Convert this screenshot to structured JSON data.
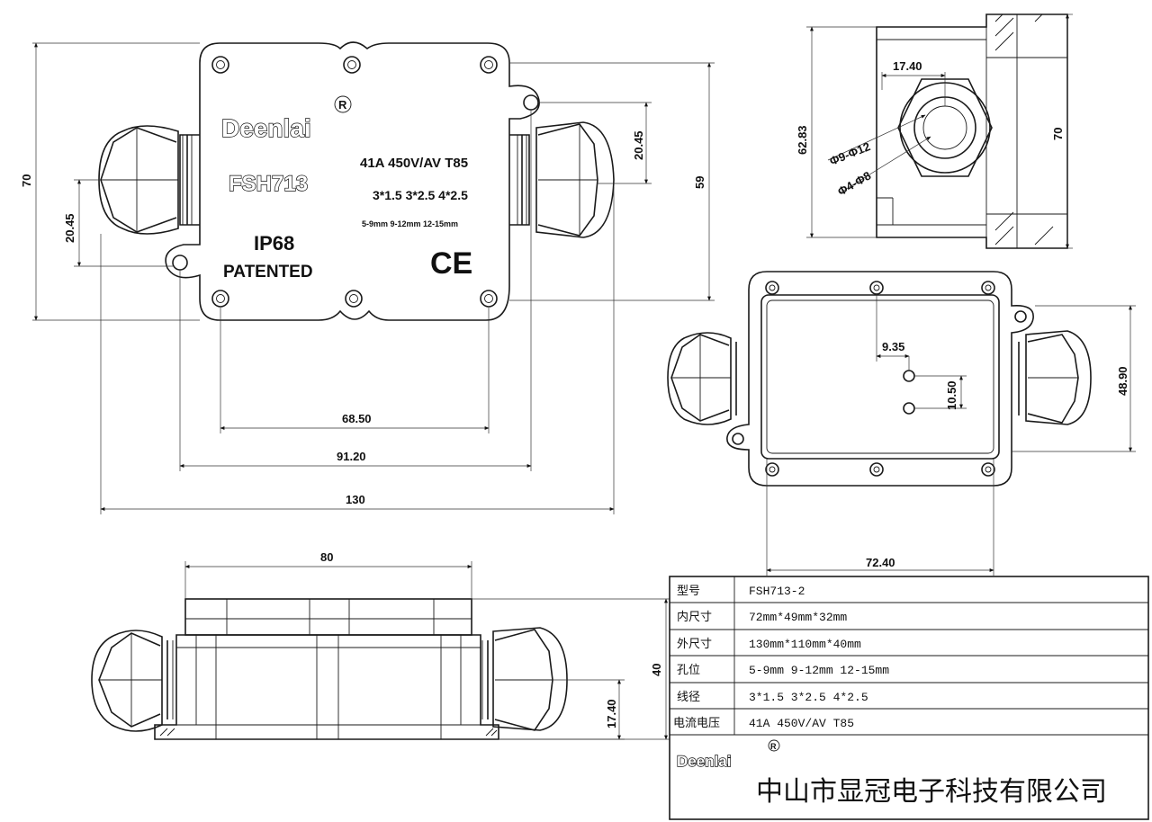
{
  "top_view": {
    "brand": "Deenlai",
    "model": "FSH713",
    "rating": "41A 450V/AV T85",
    "wires": "3*1.5 3*2.5 4*2.5",
    "holes": "5-9mm 9-12mm 12-15mm",
    "ip": "IP68",
    "patent": "PATENTED",
    "ce": "CE",
    "reg": "R",
    "dims": {
      "height": "70",
      "gland_offset": "20.45",
      "gland_offset_right": "20.45",
      "body_height": "59",
      "hole_spacing": "68.50",
      "ear_spacing": "91.20",
      "total_length": "130"
    }
  },
  "side_view": {
    "dims": {
      "gland_center": "17.40",
      "outer_height": "62.83",
      "total_height": "70",
      "small_dia": "Φ4-Φ8",
      "large_dia": "Φ9-Φ12"
    }
  },
  "inner_view": {
    "dims": {
      "offset": "9.35",
      "spacing": "10.50",
      "inner_width": "48.90",
      "inner_length": "72.40"
    }
  },
  "front_view": {
    "dims": {
      "lid_length": "80",
      "height": "40",
      "gland_center": "17.40"
    }
  },
  "spec_table": {
    "rows": [
      {
        "label": "型号",
        "value": "FSH713-2"
      },
      {
        "label": "内尺寸",
        "value": "72mm*49mm*32mm"
      },
      {
        "label": "外尺寸",
        "value": "130mm*110mm*40mm"
      },
      {
        "label": "孔位",
        "value": "5-9mm 9-12mm 12-15mm"
      },
      {
        "label": "线径",
        "value": "3*1.5 3*2.5 4*2.5"
      },
      {
        "label": "电流电压",
        "value": "41A 450V/AV T85"
      }
    ],
    "brand": "Deenlai",
    "reg": "R",
    "company": "中山市显冠电子科技有限公司"
  }
}
